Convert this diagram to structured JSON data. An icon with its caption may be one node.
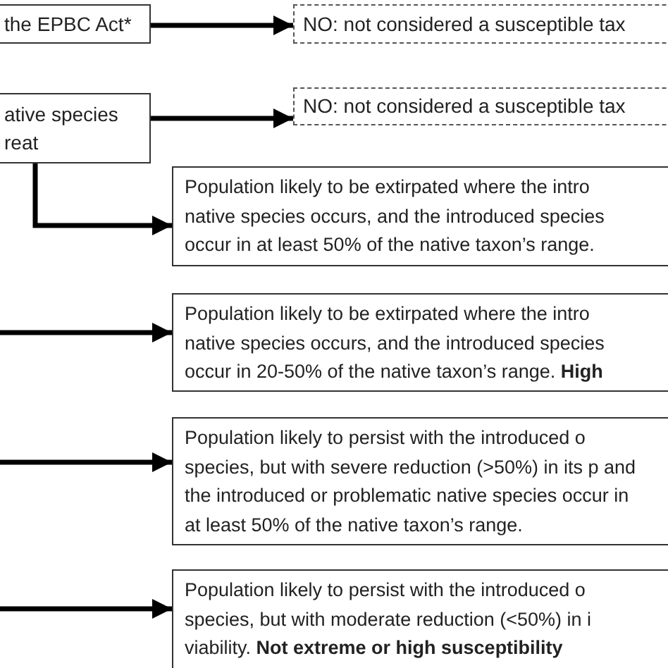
{
  "diagram": {
    "nodes": [
      {
        "text": [
          "the EPBC Act*"
        ]
      },
      {
        "text": [
          "NO: not considered a susceptible tax"
        ]
      },
      {
        "text": [
          "ative species reat"
        ]
      },
      {
        "text": [
          "NO: not considered a susceptible tax"
        ]
      },
      {
        "text": [
          "Population likely to be extirpated where the intro native species occurs, and the introduced species occur in at least 50% of the native taxon’s range."
        ]
      },
      {
        "text": [
          "Population likely to be extirpated where the intro native species occurs, and the introduced species occur in 20-50% of the native taxon’s range. **High**"
        ]
      },
      {
        "text": [
          "Population likely to persist with the introduced o species, but with severe reduction (>50%) in its p and the introduced or problematic native species occur in at least 50% of the native taxon’s range."
        ]
      },
      {
        "text": [
          "Population likely to persist with the introduced o species, but with moderate reduction (<50%) in i viability. **Not extreme or high susceptibility**"
        ]
      }
    ],
    "edges": [
      {
        "from": 0,
        "to": 1,
        "arrow": "to"
      },
      {
        "from": 2,
        "to": 3,
        "arrow": "to"
      },
      {
        "from": 2,
        "to": 4,
        "arrow": "to"
      },
      {
        "from": null,
        "to": 5,
        "arrow": "to"
      },
      {
        "from": null,
        "to": 6,
        "arrow": "to"
      },
      {
        "from": null,
        "to": 7,
        "arrow": "to"
      }
    ]
  }
}
